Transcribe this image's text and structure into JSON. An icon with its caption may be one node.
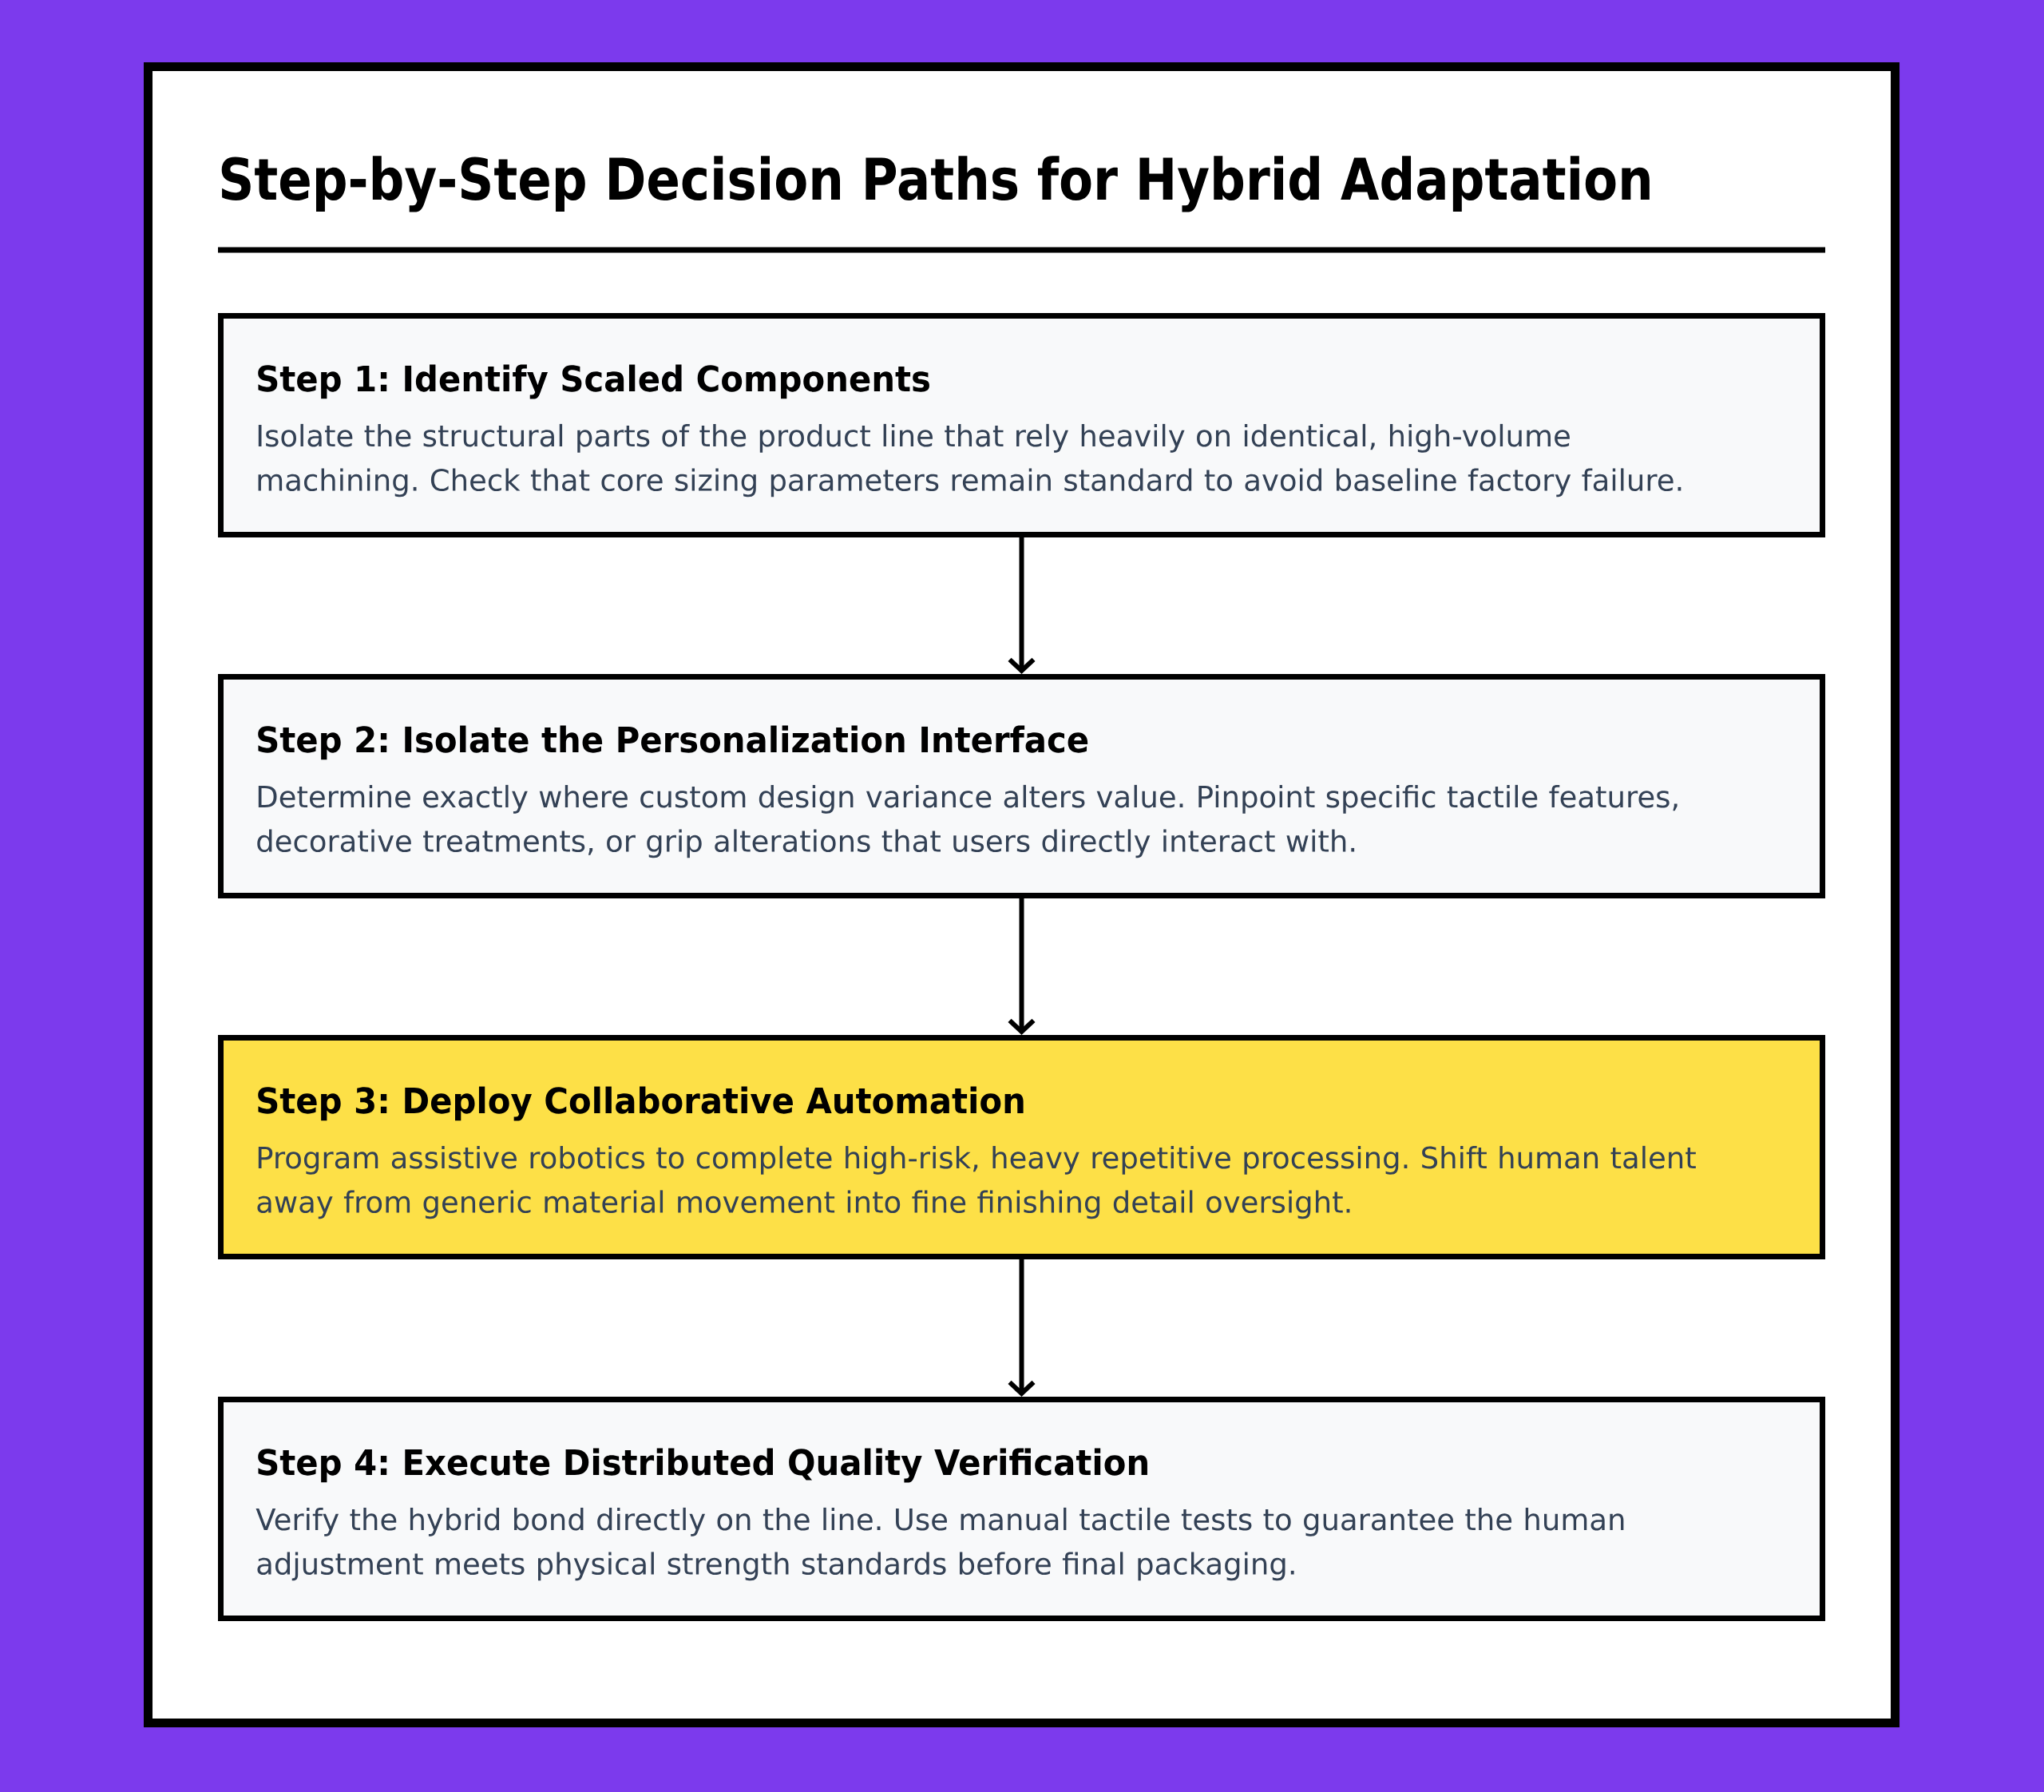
{
  "diagram": {
    "title": "Step-by-Step Decision Paths for Hybrid Adaptation",
    "nodes": [
      {
        "text": [
          "Step 1: Identify Scaled Components",
          "Isolate the structural parts of the product line that rely heavily on identical, high-volume machining. Check that core sizing parameters remain standard to avoid baseline factory failure."
        ]
      },
      {
        "text": [
          "Step 2: Isolate the Personalization Interface",
          "Determine exactly where custom design variance alters value. Pinpoint specific tactile features, decorative treatments, or grip alterations that users directly interact with."
        ]
      },
      {
        "text": [
          "Step 3: Deploy Collaborative Automation",
          "Program assistive robotics to complete high-risk, heavy repetitive processing. Shift human talent away from generic material movement into fine finishing detail oversight."
        ]
      },
      {
        "text": [
          "Step 4: Execute Distributed Quality Verification",
          "Verify the hybrid bond directly on the line. Use manual tactile tests to guarantee the human adjustment meets physical strength standards before final packaging."
        ]
      }
    ],
    "edges": [
      {
        "from": 0,
        "to": 1,
        "arrow": "to"
      },
      {
        "from": 1,
        "to": 2,
        "arrow": "to"
      },
      {
        "from": 2,
        "to": 3,
        "arrow": "to"
      }
    ]
  }
}
